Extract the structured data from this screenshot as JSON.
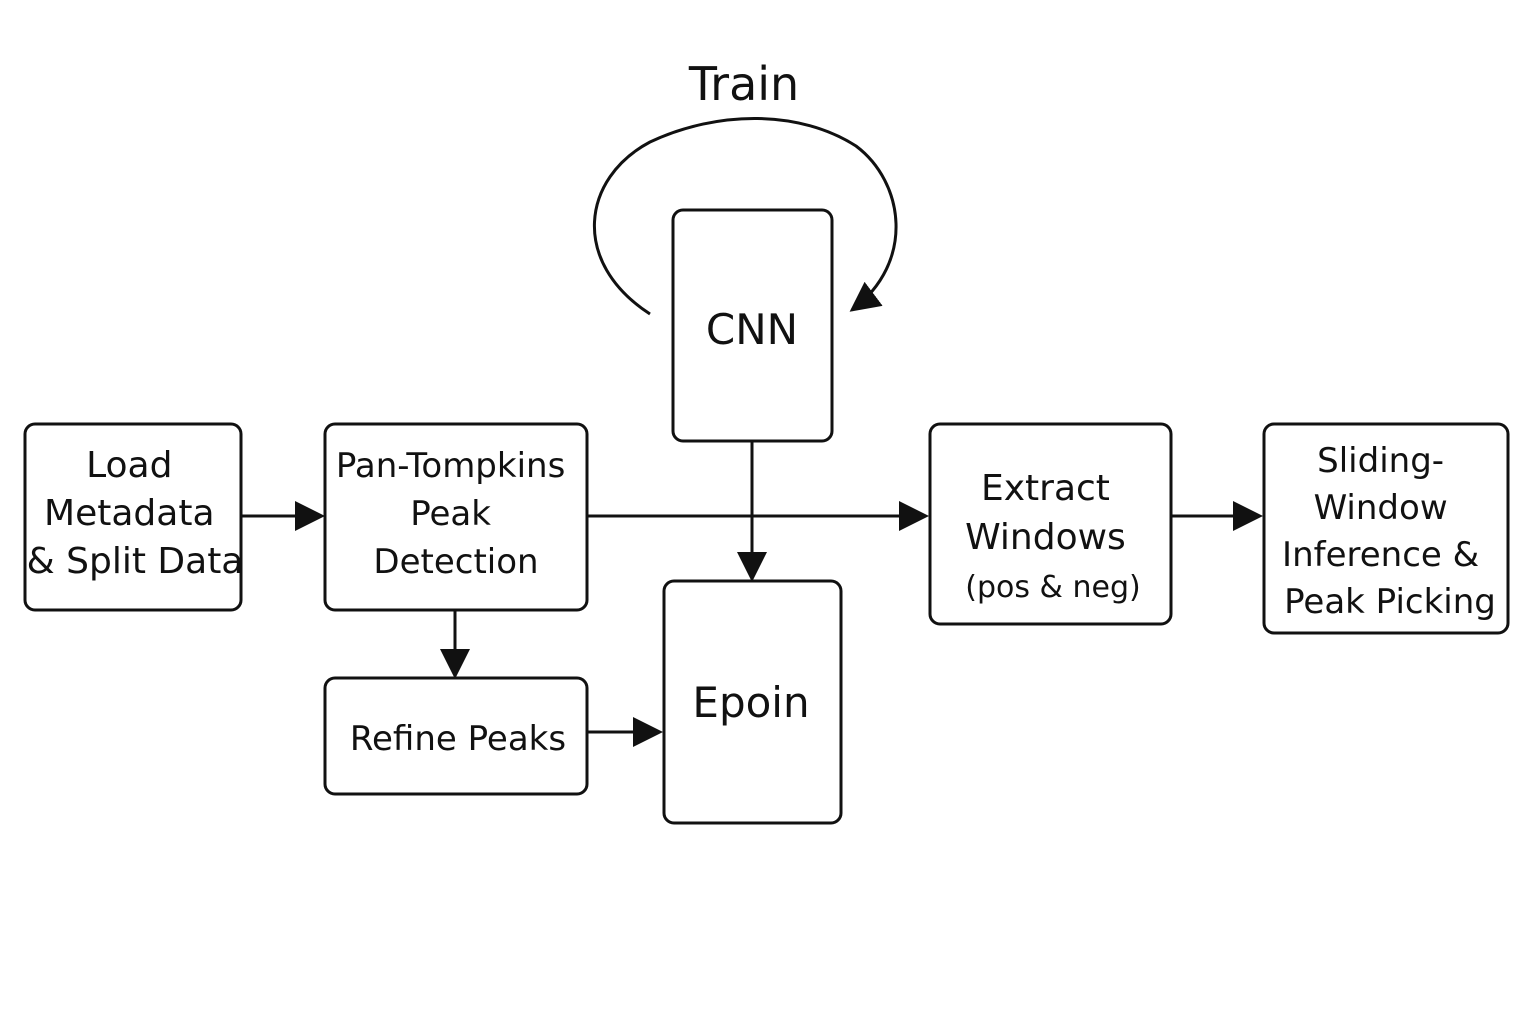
{
  "title": "Train",
  "nodes": {
    "load": {
      "lines": [
        "Load",
        "Metadata",
        "& Split Data"
      ]
    },
    "pan_tompkins": {
      "lines": [
        "Pan-Tompkins",
        "Peak",
        "Detection"
      ]
    },
    "refine": {
      "lines": [
        "Refine Peaks"
      ]
    },
    "cnn": {
      "lines": [
        "CNN"
      ]
    },
    "epoin": {
      "lines": [
        "Epoin"
      ]
    },
    "extract": {
      "lines": [
        "Extract",
        "Windows",
        "(pos & neg)"
      ]
    },
    "sliding": {
      "lines": [
        "Sliding-",
        "Window",
        "Inference &",
        "Peak Picking"
      ]
    }
  },
  "edges": [
    {
      "from": "load",
      "to": "pan_tompkins"
    },
    {
      "from": "pan_tompkins",
      "to": "extract"
    },
    {
      "from": "pan_tompkins",
      "to": "refine"
    },
    {
      "from": "refine",
      "to": "epoin"
    },
    {
      "from": "cnn",
      "to": "epoin"
    },
    {
      "from": "extract",
      "to": "sliding"
    },
    {
      "from": "cnn",
      "to": "cnn",
      "label": "Train"
    }
  ]
}
